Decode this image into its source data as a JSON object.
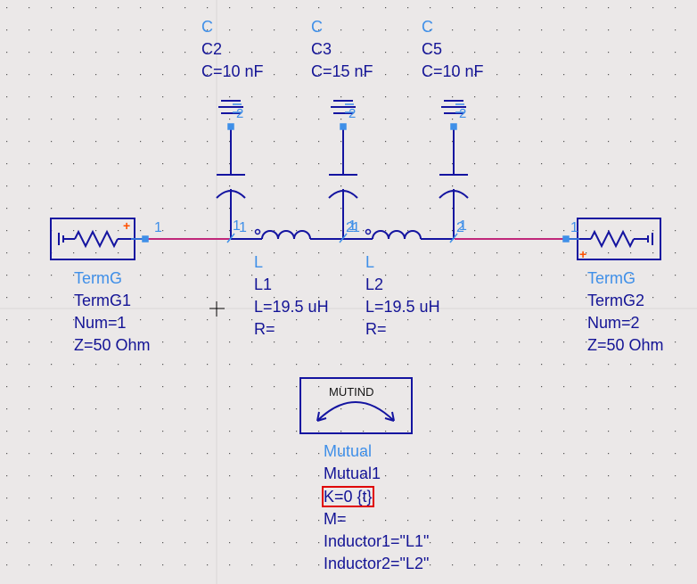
{
  "schematic": {
    "colors": {
      "background": "#ebe8e8",
      "component": "#1414a0",
      "wire": "#c0287a",
      "pin": "#3f8fe8",
      "type_text": "#3f8fe8",
      "instance_text": "#141496",
      "selection": "#e00000",
      "plus": "#ff5000"
    },
    "capacitors": [
      {
        "type": "C",
        "name": "C2",
        "value": "C=10 nF",
        "pin_top": "2",
        "pin_bottom": "1"
      },
      {
        "type": "C",
        "name": "C3",
        "value": "C=15 nF",
        "pin_top": "2",
        "pin_bottom": "1"
      },
      {
        "type": "C",
        "name": "C5",
        "value": "C=10 nF",
        "pin_top": "2",
        "pin_bottom": "1"
      }
    ],
    "inductors": [
      {
        "type": "L",
        "name": "L1",
        "value": "L=19.5 uH",
        "r": "R=",
        "pin_left": "1",
        "pin_right": "2"
      },
      {
        "type": "L",
        "name": "L2",
        "value": "L=19.5 uH",
        "r": "R=",
        "pin_left": "1",
        "pin_right": "2"
      }
    ],
    "terms": [
      {
        "type": "TermG",
        "name": "TermG1",
        "num": "Num=1",
        "z": "Z=50 Ohm",
        "pin": "1"
      },
      {
        "type": "TermG",
        "name": "TermG2",
        "num": "Num=2",
        "z": "Z=50 Ohm",
        "pin": "1"
      }
    ],
    "mutual": {
      "symbol_label": "MUTIND",
      "type": "Mutual",
      "name": "Mutual1",
      "k": "K=0 {t}",
      "m": "M=",
      "ind1": "Inductor1=\"L1\"",
      "ind2": "Inductor2=\"L2\""
    }
  }
}
